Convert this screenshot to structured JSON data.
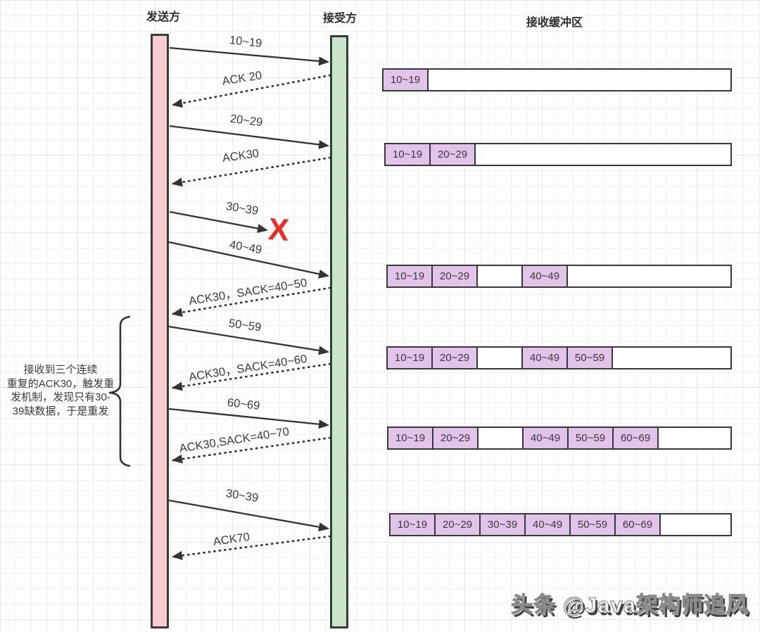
{
  "header": {
    "sender": "发送方",
    "receiver": "接受方",
    "buffer_title": "接收缓冲区"
  },
  "messages": [
    {
      "label": "10~19",
      "type": "data",
      "direction": "to-receiver"
    },
    {
      "label": "ACK 20",
      "type": "ack",
      "direction": "to-sender"
    },
    {
      "label": "20~29",
      "type": "data",
      "direction": "to-receiver"
    },
    {
      "label": "ACK30",
      "type": "ack",
      "direction": "to-sender"
    },
    {
      "label": "30~39",
      "type": "data",
      "direction": "to-receiver",
      "lost": true
    },
    {
      "label": "40~49",
      "type": "data",
      "direction": "to-receiver"
    },
    {
      "label": "ACK30，SACK=40~50",
      "type": "ack",
      "direction": "to-sender"
    },
    {
      "label": "50~59",
      "type": "data",
      "direction": "to-receiver"
    },
    {
      "label": "ACK30，SACK=40~60",
      "type": "ack",
      "direction": "to-sender"
    },
    {
      "label": "60~69",
      "type": "data",
      "direction": "to-receiver"
    },
    {
      "label": "ACK30,SACK=40~70",
      "type": "ack",
      "direction": "to-sender"
    },
    {
      "label": "30~39",
      "type": "data",
      "direction": "to-receiver",
      "retransmit": true
    },
    {
      "label": "ACK70",
      "type": "ack",
      "direction": "to-sender"
    }
  ],
  "lost_marker": "X",
  "annotation": {
    "lines": [
      "接收到三个连续",
      "重复的ACK30，触发重",
      "发机制，发现只有30-",
      "39缺数据，于是重发"
    ]
  },
  "buffer_rows": [
    {
      "cells": [
        {
          "label": "10~19"
        }
      ]
    },
    {
      "cells": [
        {
          "label": "10~19"
        },
        {
          "label": "20~29"
        }
      ]
    },
    {
      "cells": [
        {
          "label": "10~19"
        },
        {
          "label": "20~29"
        },
        {
          "label": "",
          "missing": true
        },
        {
          "label": "40~49"
        }
      ]
    },
    {
      "cells": [
        {
          "label": "10~19"
        },
        {
          "label": "20~29"
        },
        {
          "label": "",
          "missing": true
        },
        {
          "label": "40~49"
        },
        {
          "label": "50~59"
        }
      ]
    },
    {
      "cells": [
        {
          "label": "10~19"
        },
        {
          "label": "20~29"
        },
        {
          "label": "",
          "missing": true
        },
        {
          "label": "40~49"
        },
        {
          "label": "50~59"
        },
        {
          "label": "60~69"
        }
      ]
    },
    {
      "cells": [
        {
          "label": "10~19"
        },
        {
          "label": "20~29"
        },
        {
          "label": "30~39"
        },
        {
          "label": "40~49"
        },
        {
          "label": "50~59"
        },
        {
          "label": "60~69"
        }
      ]
    }
  ],
  "watermark": "头条 @Java架构师追风",
  "colors": {
    "sender_bar": "#f9ccd3",
    "receiver_bar": "#c9e6c9",
    "buffer_cell": "#e2c3e9",
    "lost_x": "#ee2b24",
    "line": "#333333"
  }
}
